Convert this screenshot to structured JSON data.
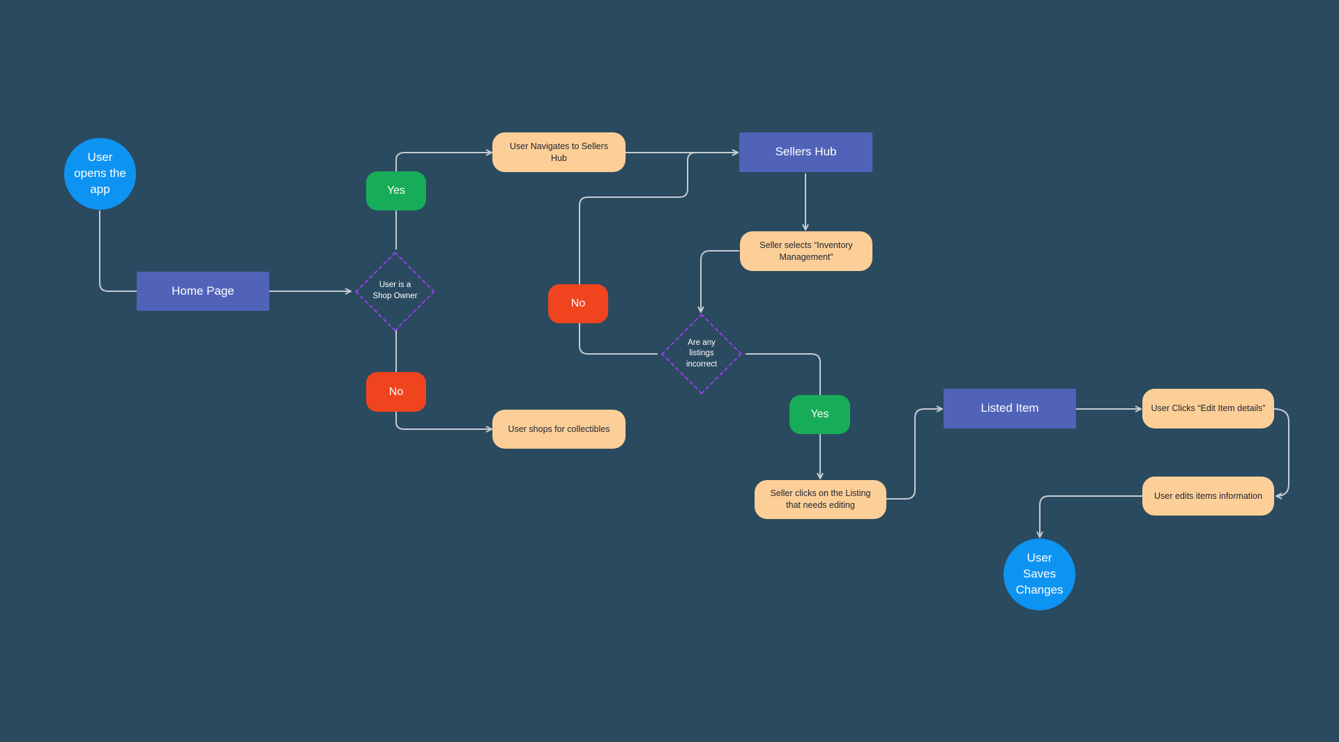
{
  "diagram": {
    "nodes": {
      "start": "User opens the app",
      "home": "Home Page",
      "decision_owner": "User is a Shop Owner",
      "yes1": "Yes",
      "no1": "No",
      "navigate": "User Navigates to Sellers Hub",
      "shops": "User shops for collectibles",
      "sellers_hub": "Sellers Hub",
      "inventory": "Seller selects “Inventory Management”",
      "no2": "No",
      "decision_listings": "Are any listings incorrect",
      "yes2": "Yes",
      "clicks_listing": "Seller clicks on the Listing that needs editing",
      "listed_item": "Listed Item",
      "edit_details": "User Clicks “Edit Item details”",
      "edits_info": "User edits items information",
      "end": "User Saves Changes"
    }
  },
  "colors": {
    "background": "#2a4a5f",
    "terminal": "#0d94f2",
    "screen": "#5163b8",
    "action": "#fdcf98",
    "yes": "#17ad58",
    "no": "#f0441f",
    "decision_border": "#9a3cf4",
    "connector": "#c8cdd3"
  }
}
